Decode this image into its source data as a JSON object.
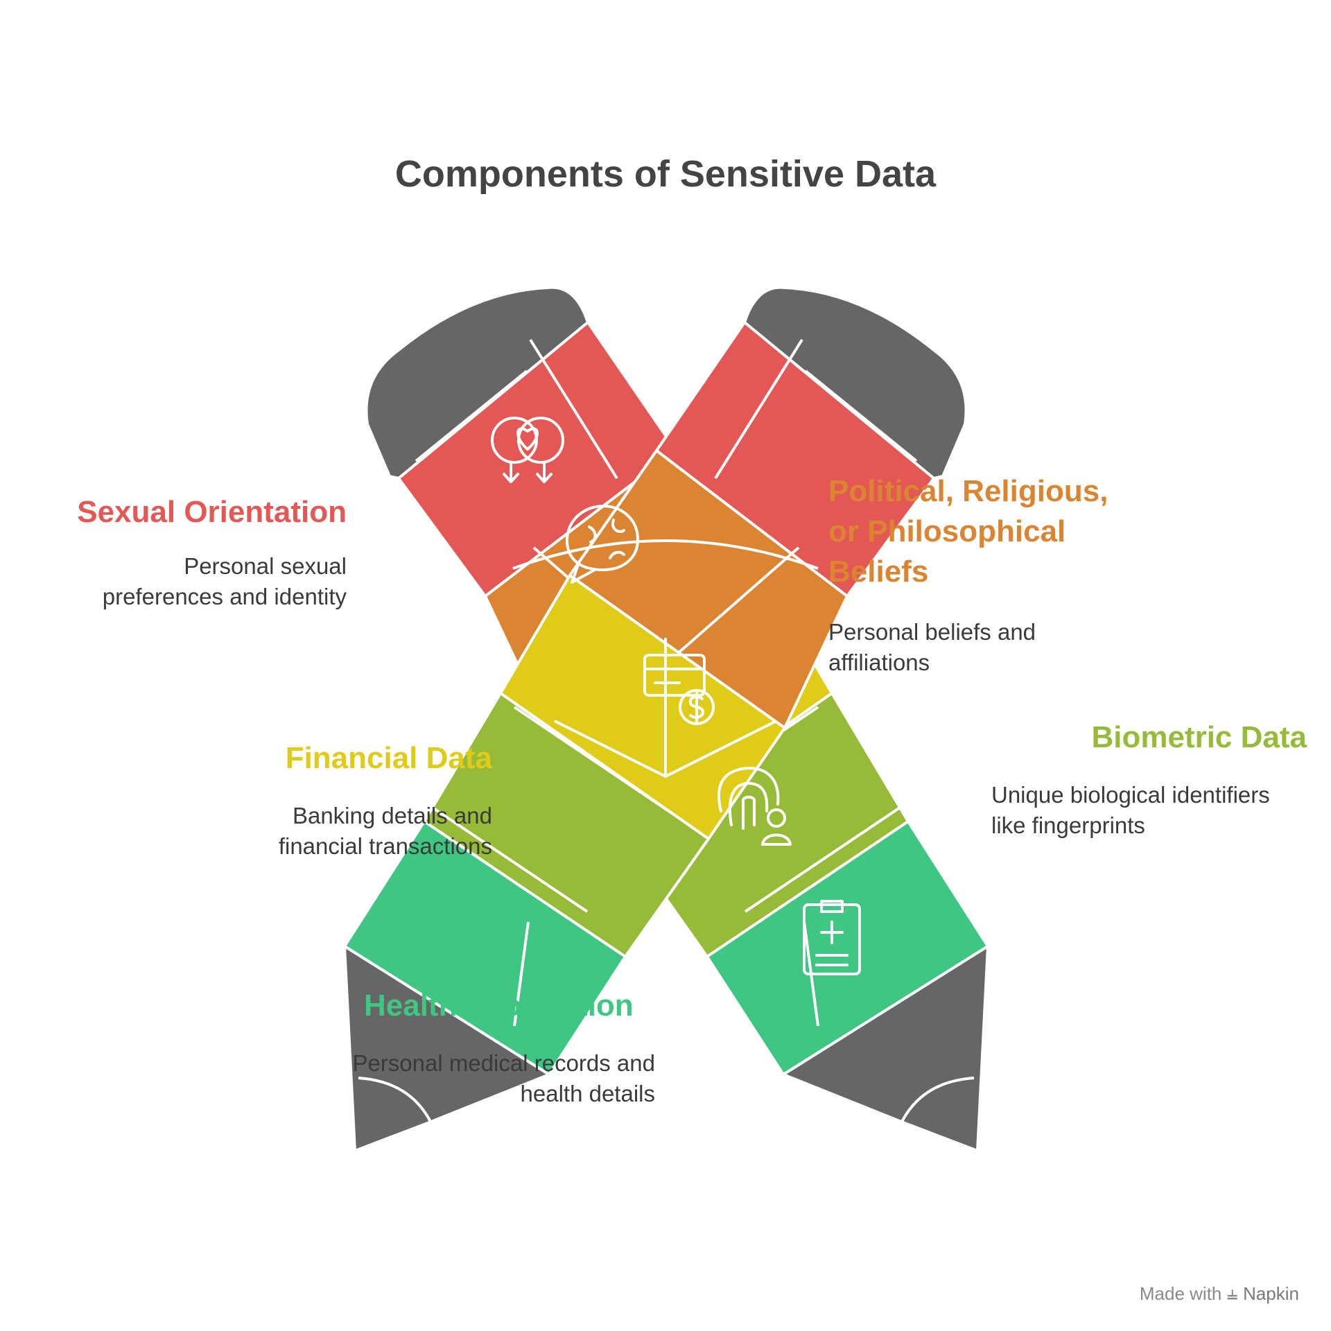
{
  "title": "Components of Sensitive Data",
  "items": [
    {
      "name": "Sexual Orientation",
      "description": "Personal sexual preferences and identity",
      "color": "#E35855",
      "icon": "gender-symbols-heart-icon"
    },
    {
      "name": "Political, Religious, or Philosophical Beliefs",
      "description": "Personal beliefs and affiliations",
      "color": "#DB8431",
      "icon": "globe-speech-bubble-icon"
    },
    {
      "name": "Financial Data",
      "description": "Banking details and financial transactions",
      "color": "#DFCB18",
      "icon": "credit-card-dollar-icon"
    },
    {
      "name": "Biometric Data",
      "description": "Unique biological identifiers like fingerprints",
      "color": "#95BB38",
      "icon": "fingerprint-user-icon"
    },
    {
      "name": "Health Information",
      "description": "Personal medical records and health details",
      "color": "#3FC683",
      "icon": "medical-clipboard-icon"
    }
  ],
  "pencil_tip_color": "#666666",
  "footer": {
    "made_with": "Made with",
    "brand": "Napkin"
  }
}
